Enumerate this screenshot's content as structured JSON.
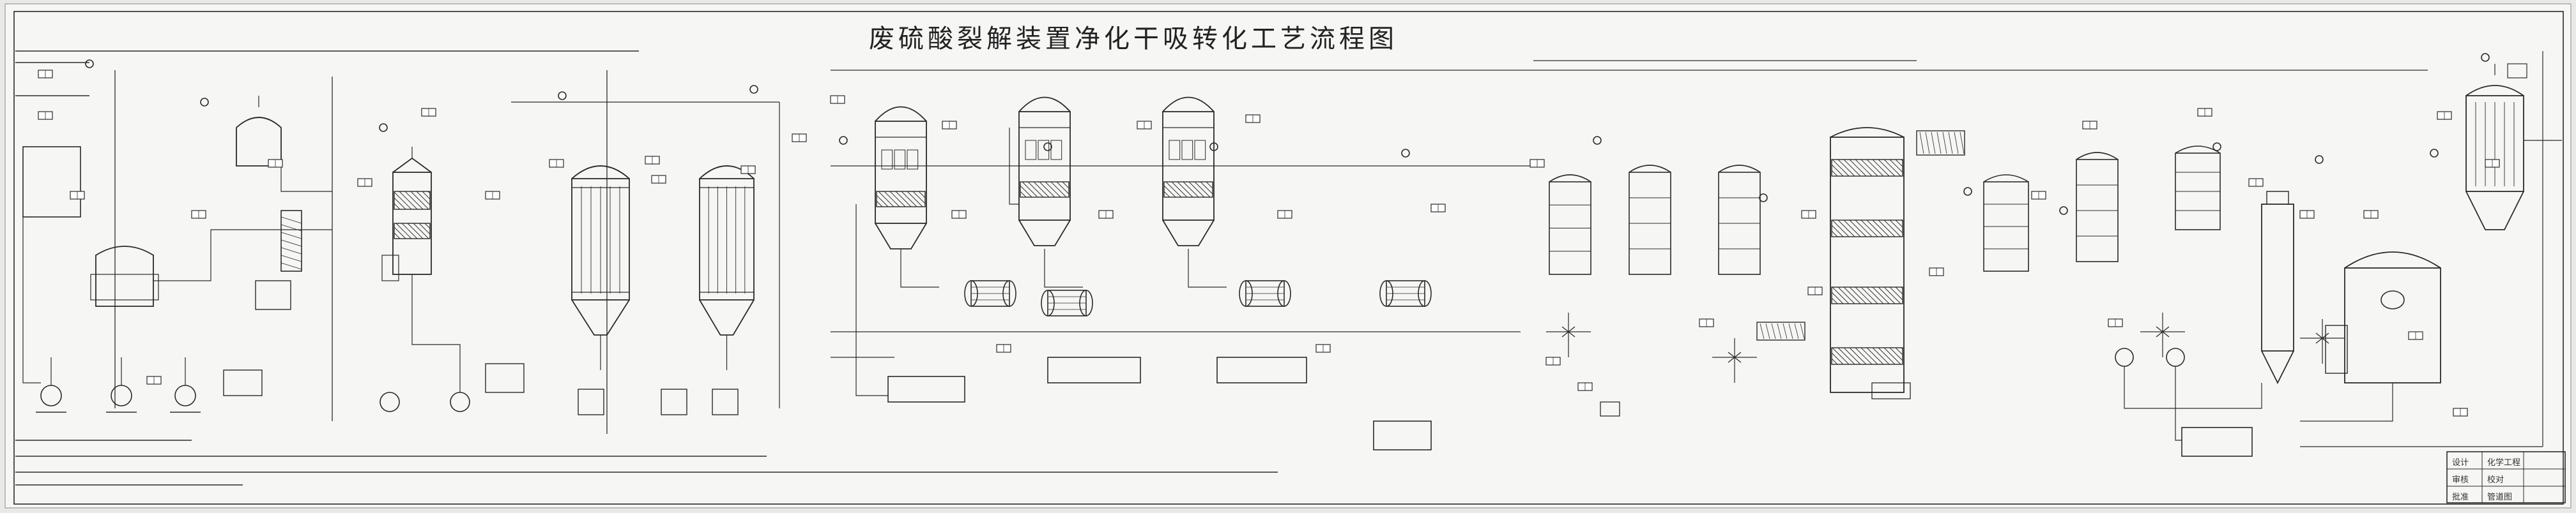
{
  "drawing": {
    "title": "废硫酸裂解装置净化干吸转化工艺流程图",
    "paper_color": "#f6f6f4",
    "line_color": "#2a2a2a",
    "hatch_color": "#444444"
  },
  "title_block": {
    "rows": [
      [
        "设计",
        "化学工程"
      ],
      [
        "审核",
        "校对"
      ],
      [
        "批准",
        "管道图"
      ]
    ]
  },
  "equipment": [
    {
      "kind": "vertical-vessel-with-dome",
      "icon": "dome-vessel"
    },
    {
      "kind": "reactor-with-jacket",
      "icon": "jacketed-reactor"
    },
    {
      "kind": "packed-tower",
      "icon": "packed-tower"
    },
    {
      "kind": "shell-tube-heat-exchanger",
      "icon": "tube-bundle-exchanger"
    },
    {
      "kind": "drying-tower",
      "icon": "drying-tower"
    },
    {
      "kind": "horizontal-cooler",
      "icon": "horizontal-exchanger"
    },
    {
      "kind": "converter-tower",
      "icon": "multi-bed-converter"
    },
    {
      "kind": "cyclone-furnace",
      "icon": "furnace"
    },
    {
      "kind": "centrifugal-pump",
      "icon": "pump-circle"
    }
  ]
}
